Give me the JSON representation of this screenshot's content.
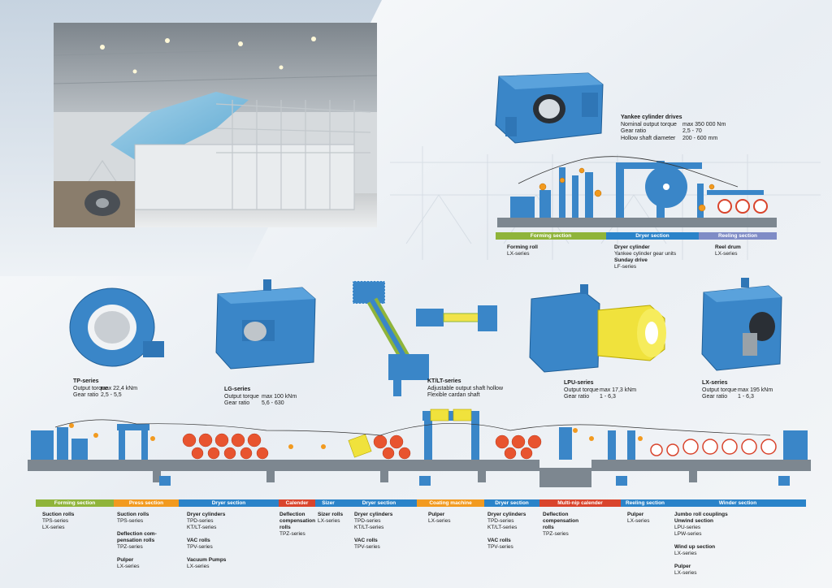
{
  "colors": {
    "green": "#8fb43a",
    "orange": "#f29a1f",
    "blue": "#2a83c9",
    "red": "#d9442c",
    "purple": "#7f8cc6",
    "gear_blue": "#3a86c8",
    "roll_red": "#e8542f"
  },
  "yankee": {
    "title": "Yankee cylinder drives",
    "specs": [
      {
        "k": "Nominal output torque",
        "v": "max 350 000 Nm"
      },
      {
        "k": "Gear ratio",
        "v": "2,5 - 70"
      },
      {
        "k": "Hollow shaft diameter",
        "v": "200 - 600 mm"
      }
    ]
  },
  "top_sections": {
    "bars": [
      {
        "label": "Forming section",
        "color": "#8fb43a"
      },
      {
        "label": "Dryer section",
        "color": "#2a83c9"
      },
      {
        "label": "Reeling section",
        "color": "#7f8cc6"
      }
    ],
    "cols": [
      {
        "lines": [
          {
            "t": "Forming roll",
            "b": true
          },
          {
            "t": "LX-series",
            "b": false
          }
        ]
      },
      {
        "lines": [
          {
            "t": "Dryer cylinder",
            "b": true
          },
          {
            "t": "Yankee cylinder gear units",
            "b": false
          },
          {
            "t": "Sunday drive",
            "b": true
          },
          {
            "t": "LF-series",
            "b": false
          }
        ]
      },
      {
        "lines": [
          {
            "t": "Reel drum",
            "b": true
          },
          {
            "t": "LX-series",
            "b": false
          }
        ]
      }
    ]
  },
  "products": [
    {
      "name": "TP-series",
      "specs": [
        {
          "k": "Output torque",
          "v": "max 22,4 kNm"
        },
        {
          "k": "Gear ratio",
          "v": "2,5 - 5,5"
        }
      ]
    },
    {
      "name": "LG-series",
      "specs": [
        {
          "k": "Output torque",
          "v": "max 100 kNm"
        },
        {
          "k": "Gear ratio",
          "v": "5,6 - 630"
        }
      ]
    },
    {
      "name": "KT/LT-series",
      "specs": [
        {
          "k": "Adjustable output shaft hollow",
          "v": ""
        },
        {
          "k": "Flexible cardan shaft",
          "v": ""
        }
      ]
    },
    {
      "name": "LPU-series",
      "specs": [
        {
          "k": "Output torque",
          "v": "max 17,3 kNm"
        },
        {
          "k": "Gear ratio",
          "v": "1 - 6,3"
        }
      ]
    },
    {
      "name": "LX-series",
      "specs": [
        {
          "k": "Output torque",
          "v": "max 195 kNm"
        },
        {
          "k": "Gear ratio",
          "v": "1 - 6,3"
        }
      ]
    }
  ],
  "bottom_bars": [
    {
      "label": "Forming section",
      "color": "#8fb43a"
    },
    {
      "label": "Press section",
      "color": "#f29a1f"
    },
    {
      "label": "Dryer section",
      "color": "#2a83c9"
    },
    {
      "label": "Calender",
      "color": "#d9442c"
    },
    {
      "label": "Sizer",
      "color": "#2a83c9"
    },
    {
      "label": "Dryer section",
      "color": "#2a83c9"
    },
    {
      "label": "Coating machine",
      "color": "#f29a1f"
    },
    {
      "label": "Dryer section",
      "color": "#2a83c9"
    },
    {
      "label": "Multi-nip calender",
      "color": "#d9442c"
    },
    {
      "label": "Reeling section",
      "color": "#2a83c9"
    },
    {
      "label": "Winder section",
      "color": "#2a83c9"
    }
  ],
  "bottom_cols": [
    [
      [
        {
          "t": "Suction rolls",
          "b": true
        },
        {
          "t": "TPS-series",
          "b": false
        },
        {
          "t": "LX-series",
          "b": false
        }
      ]
    ],
    [
      [
        {
          "t": "Suction rolls",
          "b": true
        },
        {
          "t": "TPS-series",
          "b": false
        }
      ],
      [
        {
          "t": "Deflection com-",
          "b": true
        },
        {
          "t": "pensation rolls",
          "b": true
        },
        {
          "t": "TPZ-series",
          "b": false
        }
      ],
      [
        {
          "t": "Pulper",
          "b": true
        },
        {
          "t": "LX-series",
          "b": false
        }
      ]
    ],
    [
      [
        {
          "t": "Dryer cylinders",
          "b": true
        },
        {
          "t": "TPD-series",
          "b": false
        },
        {
          "t": "KT/LT-series",
          "b": false
        }
      ],
      [
        {
          "t": "VAC rolls",
          "b": true
        },
        {
          "t": "TPV-series",
          "b": false
        }
      ],
      [
        {
          "t": "Vacuum Pumps",
          "b": true
        },
        {
          "t": "LX-series",
          "b": false
        }
      ]
    ],
    [
      [
        {
          "t": "Deflection",
          "b": true
        },
        {
          "t": "compensation",
          "b": true
        },
        {
          "t": "rolls",
          "b": true
        },
        {
          "t": "TPZ-series",
          "b": false
        }
      ]
    ],
    [
      [
        {
          "t": "Sizer rolls",
          "b": true
        },
        {
          "t": "LX-series",
          "b": false
        }
      ]
    ],
    [
      [
        {
          "t": "Dryer cylinders",
          "b": true
        },
        {
          "t": "TPD-series",
          "b": false
        },
        {
          "t": "KT/LT-series",
          "b": false
        }
      ],
      [
        {
          "t": "VAC rolls",
          "b": true
        },
        {
          "t": "TPV-series",
          "b": false
        }
      ]
    ],
    [
      [
        {
          "t": "Pulper",
          "b": true
        },
        {
          "t": "LX-series",
          "b": false
        }
      ]
    ],
    [
      [
        {
          "t": "Dryer cylinders",
          "b": true
        },
        {
          "t": "TPD-series",
          "b": false
        },
        {
          "t": "KT/LT-series",
          "b": false
        }
      ],
      [
        {
          "t": "VAC rolls",
          "b": true
        },
        {
          "t": "TPV-series",
          "b": false
        }
      ]
    ],
    [
      [
        {
          "t": "Deflection",
          "b": true
        },
        {
          "t": "compensation",
          "b": true
        },
        {
          "t": "rolls",
          "b": true
        },
        {
          "t": "TPZ-series",
          "b": false
        }
      ]
    ],
    [
      [
        {
          "t": "Pulper",
          "b": true
        },
        {
          "t": "LX-series",
          "b": false
        }
      ]
    ],
    [
      [
        {
          "t": "Jumbo roll couplings",
          "b": true
        },
        {
          "t": "Unwind section",
          "b": true
        },
        {
          "t": "LPU-series",
          "b": false
        },
        {
          "t": "LPW-series",
          "b": false
        }
      ],
      [
        {
          "t": "Wind up section",
          "b": true
        },
        {
          "t": "LX-series",
          "b": false
        }
      ],
      [
        {
          "t": "Pulper",
          "b": true
        },
        {
          "t": "LX-series",
          "b": false
        }
      ]
    ]
  ]
}
